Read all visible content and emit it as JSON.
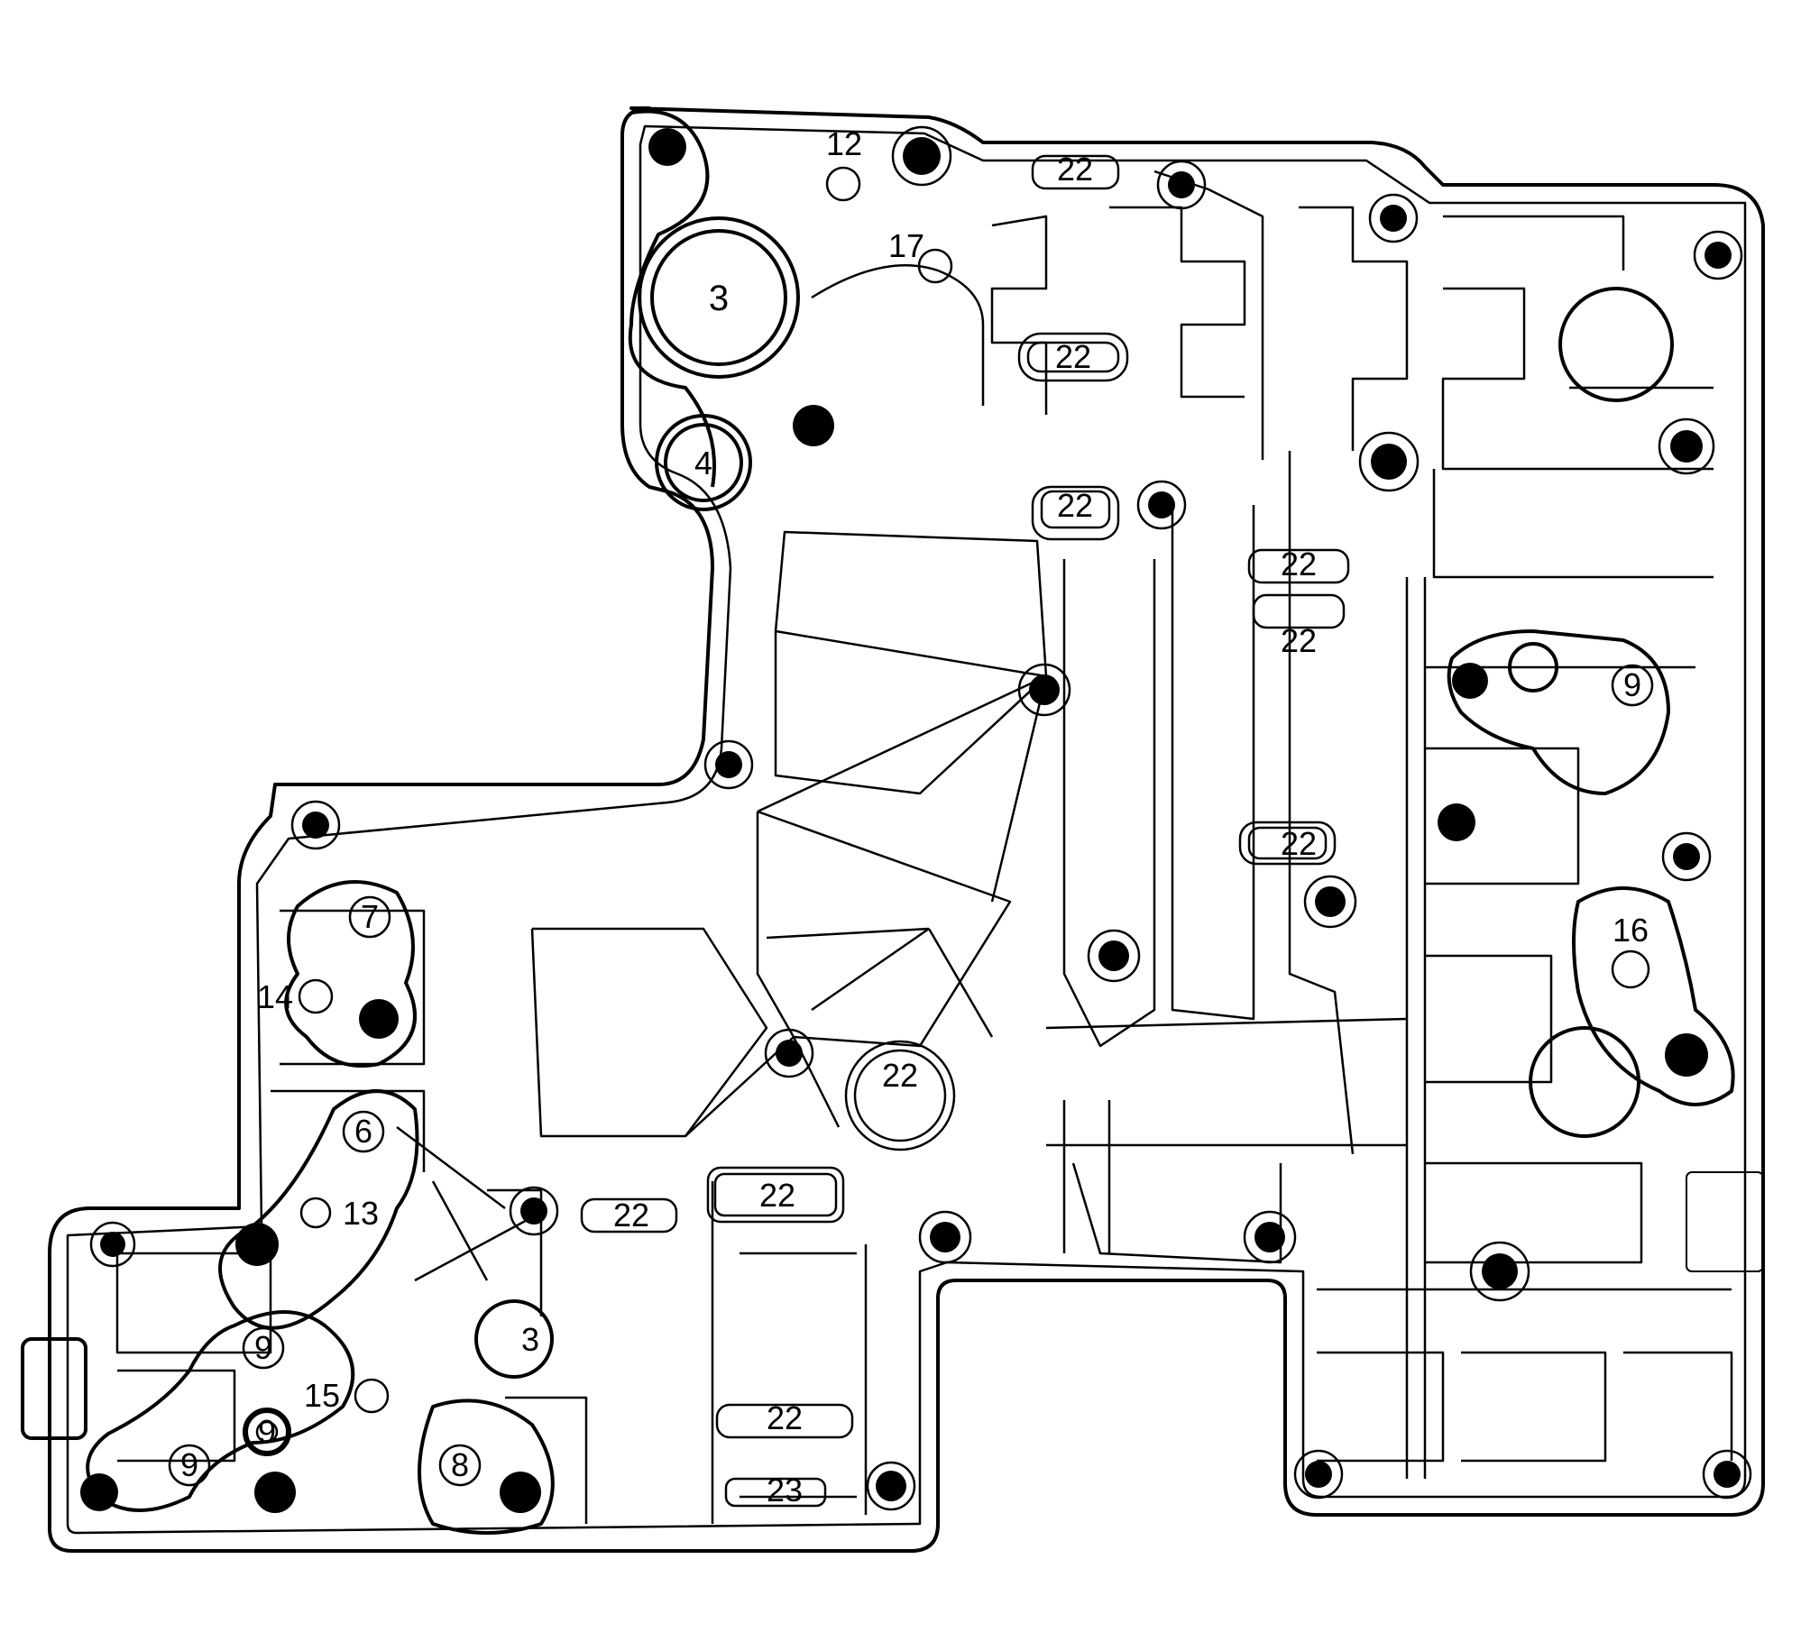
{
  "diagram": {
    "colors": {
      "stroke": "#000000",
      "background": "#ffffff",
      "bolt_fill": "#000000"
    },
    "callouts": [
      {
        "id": "c3a",
        "text": "3",
        "style": "large-ring"
      },
      {
        "id": "c4",
        "text": "4",
        "style": "ring"
      },
      {
        "id": "c12",
        "text": "12",
        "style": "plain"
      },
      {
        "id": "c17",
        "text": "17",
        "style": "plain"
      },
      {
        "id": "c22a",
        "text": "22",
        "style": "slot"
      },
      {
        "id": "c22b",
        "text": "22",
        "style": "slot"
      },
      {
        "id": "c22c",
        "text": "22",
        "style": "slot"
      },
      {
        "id": "c22d",
        "text": "22",
        "style": "slot"
      },
      {
        "id": "c22e",
        "text": "22",
        "style": "slot"
      },
      {
        "id": "c22f",
        "text": "22",
        "style": "slot"
      },
      {
        "id": "c22g",
        "text": "22",
        "style": "round"
      },
      {
        "id": "c22h",
        "text": "22",
        "style": "slot"
      },
      {
        "id": "c22i",
        "text": "22",
        "style": "slot"
      },
      {
        "id": "c22j",
        "text": "22",
        "style": "slot"
      },
      {
        "id": "c23",
        "text": "23",
        "style": "plain"
      },
      {
        "id": "c9a",
        "text": "9",
        "style": "ring"
      },
      {
        "id": "c16",
        "text": "16",
        "style": "plain"
      },
      {
        "id": "c7",
        "text": "7",
        "style": "ring"
      },
      {
        "id": "c14",
        "text": "14",
        "style": "plain"
      },
      {
        "id": "c6",
        "text": "6",
        "style": "ring"
      },
      {
        "id": "c13",
        "text": "13",
        "style": "plain"
      },
      {
        "id": "c3b",
        "text": "3",
        "style": "plain"
      },
      {
        "id": "c9b",
        "text": "9",
        "style": "ring"
      },
      {
        "id": "c15",
        "text": "15",
        "style": "plain"
      },
      {
        "id": "c9c",
        "text": "9",
        "style": "dark-ring"
      },
      {
        "id": "c9d",
        "text": "9",
        "style": "ring"
      },
      {
        "id": "c8",
        "text": "8",
        "style": "ring"
      }
    ]
  }
}
